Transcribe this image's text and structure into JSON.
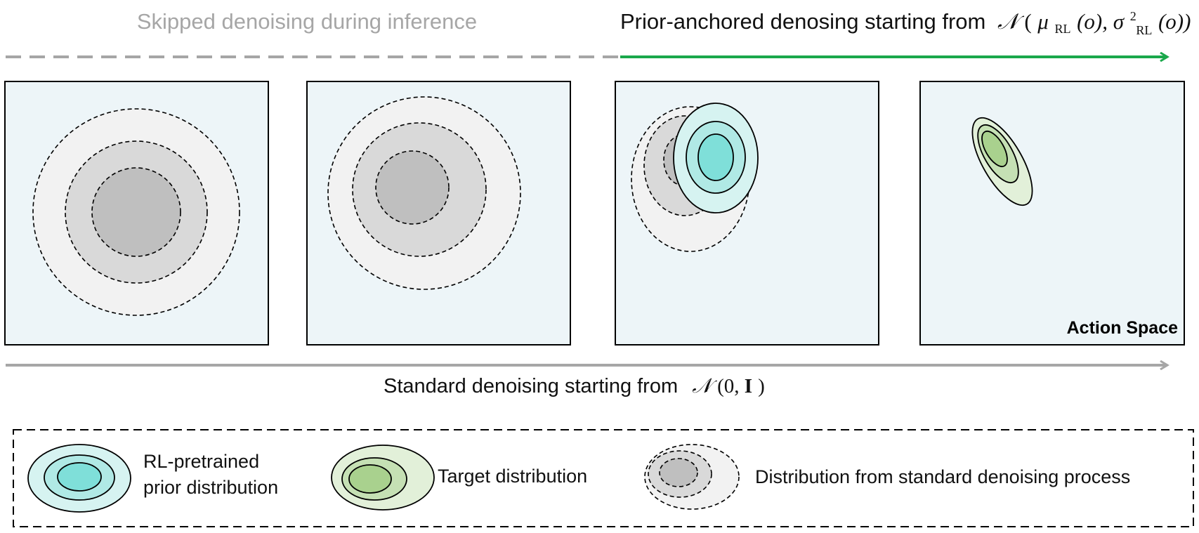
{
  "top": {
    "skipped_label": "Skipped denoising during inference",
    "prior_label_text": "Prior-anchored denosing starting from",
    "prior_formula": {
      "n": "𝒩",
      "open": "(",
      "mu": "μ",
      "mu_sub": "RL",
      "arg1": "(o), ",
      "sigma": "σ",
      "sigma_sup": "2",
      "sigma_sub": "RL",
      "arg2": "(o))"
    }
  },
  "panels": {
    "last_label": "Action Space"
  },
  "bottom": {
    "standard_label_text": "Standard denoising starting from",
    "standard_formula": {
      "n": "𝒩",
      "arg": "(0, ",
      "bold": "I",
      "close": ")"
    }
  },
  "legend": {
    "rl_prior_line1": "RL-pretrained",
    "rl_prior_line2": "prior distribution",
    "target": "Target distribution",
    "standard": "Distribution from standard denoising process"
  },
  "colors": {
    "panel_fill": "#edf5f8",
    "gray_dash_arrow": "#a6a6a6",
    "green_arrow": "#1aa84b",
    "gray_light": "#f2f2f2",
    "gray_mid": "#d9d9d9",
    "gray_dark": "#bfbfbf",
    "cyan_light": "#d6f3f1",
    "cyan_mid": "#b0e9e5",
    "cyan_dark": "#7fdfd9",
    "green_light": "#e2f0d9",
    "green_mid": "#c5e0b4",
    "green_dark": "#a9d18e"
  }
}
